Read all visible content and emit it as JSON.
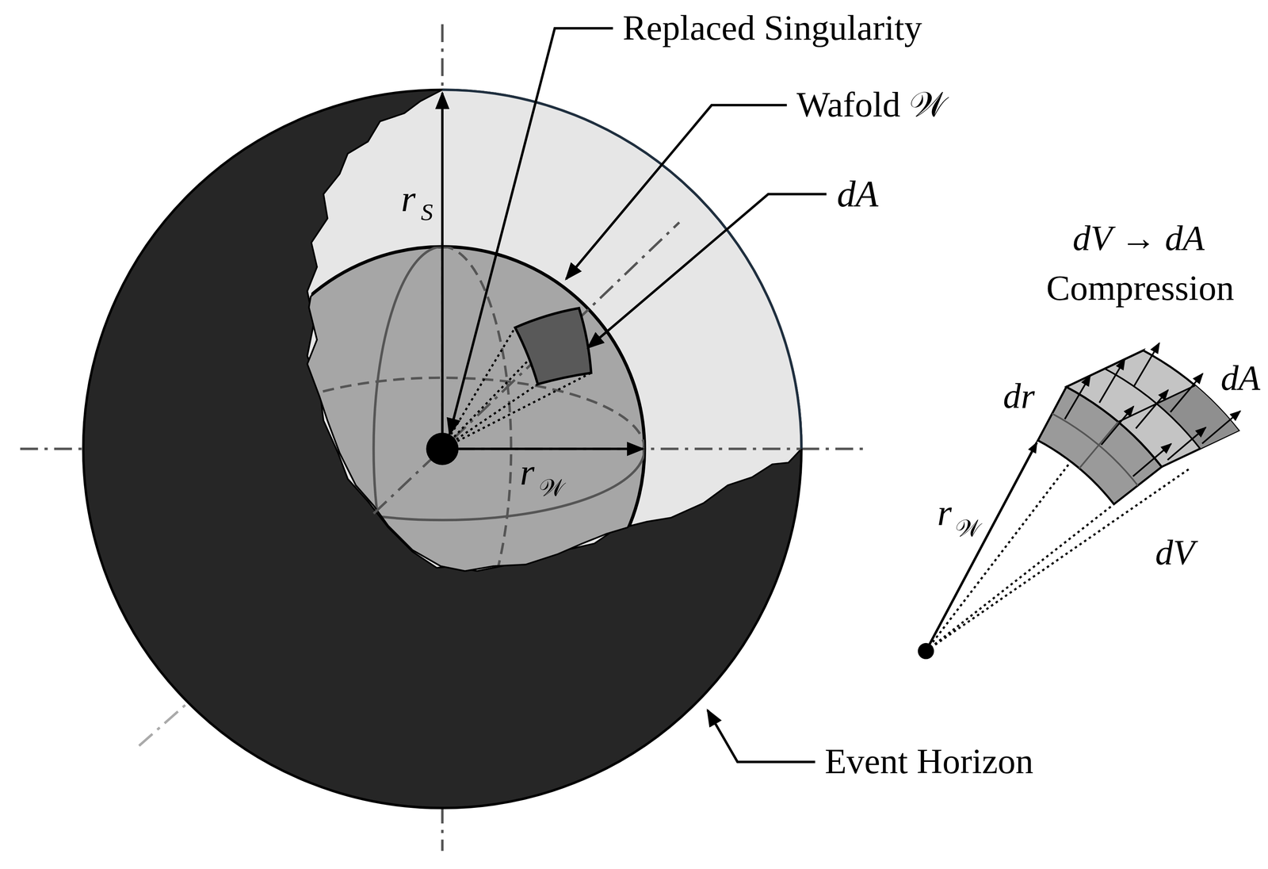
{
  "diagram": {
    "labels": [
      "Replaced Singularity",
      "Wafold 𝒲",
      "dA",
      "r",
      "S",
      "dV → dA",
      "Compression",
      "dr",
      "dA",
      "r",
      "𝒲",
      "r",
      "𝒲",
      "dV",
      "Event Horizon"
    ]
  }
}
